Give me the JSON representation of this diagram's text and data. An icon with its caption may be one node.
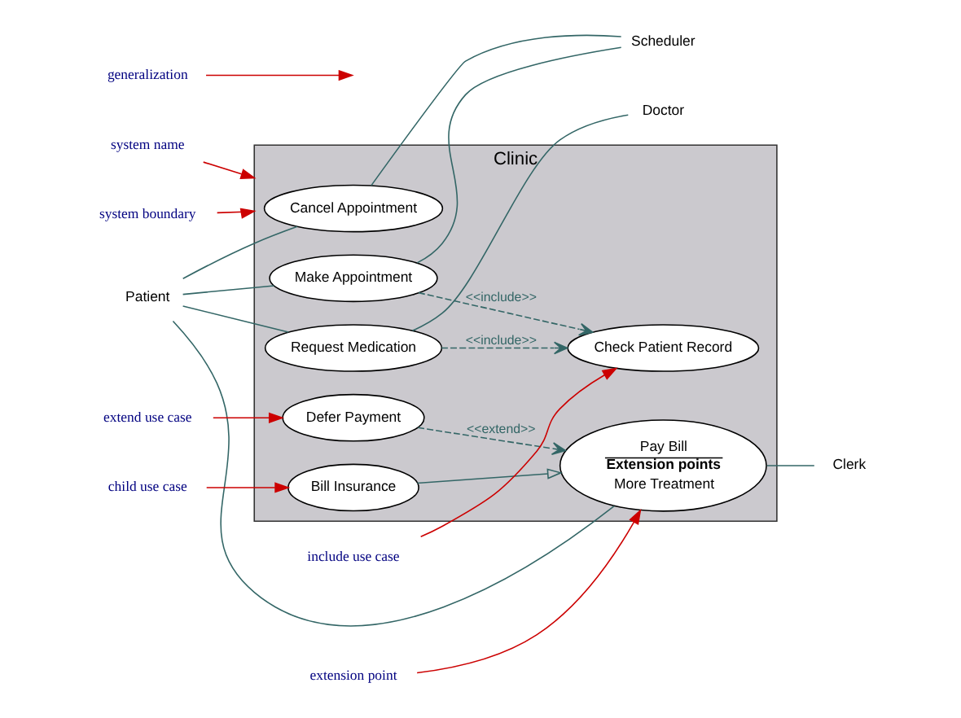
{
  "diagram": {
    "nodes": [
      {
        "text": [
          "Clinic"
        ]
      },
      {
        "text": [
          "Cancel Appointment"
        ],
        "in": 0
      },
      {
        "text": [
          "Make Appointment"
        ],
        "in": 0
      },
      {
        "text": [
          "Check Patient Record"
        ],
        "in": 0
      },
      {
        "text": [
          "Request Medication"
        ],
        "in": 0
      },
      {
        "text": [
          "Defer Payment"
        ],
        "in": 0
      },
      {
        "text": [
          "Pay Bill",
          "Extension points",
          "More Treatment"
        ],
        "in": 0
      },
      {
        "text": [
          "Bill Insurance"
        ],
        "in": 0
      },
      {
        "text": [
          "Patient"
        ]
      },
      {
        "text": [
          "Scheduler"
        ]
      },
      {
        "text": [
          "Doctor"
        ]
      },
      {
        "text": [
          "Clerk"
        ]
      },
      {
        "text": [
          "system name"
        ]
      },
      {
        "text": [
          "system boundary"
        ]
      },
      {
        "text": [
          "include use case"
        ]
      },
      {
        "text": [
          "extend use case"
        ]
      },
      {
        "text": [
          "extension point"
        ]
      },
      {
        "text": [
          "generalization"
        ]
      },
      {
        "text": [
          "child use case"
        ]
      }
    ],
    "edges": [
      {
        "from": 8,
        "to": 1,
        "arrow": "none"
      },
      {
        "from": 8,
        "to": 2,
        "arrow": "none"
      },
      {
        "from": 8,
        "to": 4,
        "arrow": "none"
      },
      {
        "from": 8,
        "to": 6,
        "arrow": "none"
      },
      {
        "from": 1,
        "to": 9,
        "arrow": "none"
      },
      {
        "from": 2,
        "to": 9,
        "arrow": "none"
      },
      {
        "from": 4,
        "to": 10,
        "arrow": "none"
      },
      {
        "from": 6,
        "to": 11,
        "arrow": "none"
      },
      {
        "from": 2,
        "to": 3,
        "arrow": "to",
        "label": "<<include>>",
        "style": "dashed"
      },
      {
        "from": 4,
        "to": 3,
        "arrow": "to",
        "label": "<<include>>",
        "style": "dashed"
      },
      {
        "from": 5,
        "to": 6,
        "arrow": "to",
        "label": "<<extend>>",
        "style": "dashed"
      },
      {
        "from": 7,
        "to": 6,
        "arrow": "to"
      },
      {
        "from": 12,
        "to": 0,
        "arrow": "to",
        "color": "#cc0000"
      },
      {
        "from": 13,
        "to": 0,
        "arrow": "to",
        "color": "#cc0000"
      },
      {
        "from": 14,
        "to": 3,
        "arrow": "to",
        "color": "#cc0000"
      },
      {
        "from": 15,
        "to": 5,
        "arrow": "to",
        "color": "#cc0000"
      },
      {
        "from": 16,
        "to": 6,
        "arrow": "to",
        "color": "#cc0000"
      },
      {
        "from": 17,
        "to": null,
        "arrow": "to",
        "color": "#cc0000"
      },
      {
        "from": 18,
        "to": 7,
        "arrow": "to",
        "color": "#cc0000"
      }
    ]
  }
}
